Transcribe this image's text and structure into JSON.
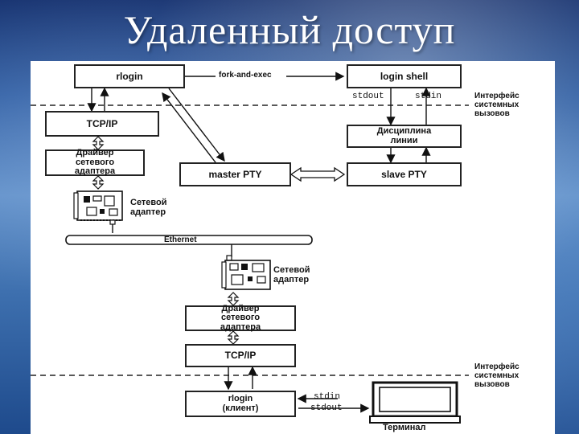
{
  "slide": {
    "title": "Удаленный доступ"
  },
  "diagram": {
    "nodes": {
      "rlogin_server": "rlogin",
      "login_shell": "login shell",
      "tcpip_server": "TCP/IP",
      "driver_server": "Драйвер\nсетевого\nадаптера",
      "line_discipline": "Дисциплина\nлинии",
      "master_pty": "master PTY",
      "slave_pty": "slave PTY",
      "driver_client": "Драйвер\nсетевого\nадаптера",
      "tcpip_client": "TCP/IP",
      "rlogin_client": "rlogin\n(клиент)"
    },
    "labels": {
      "fork_and_exec": "fork-and-exec",
      "stdout_top": "stdout",
      "stdin_top": "stdin",
      "syscall_interface_top": "Интерфейс\nсистемных\nвызовов",
      "network_adapter_top": "Сетевой\nадаптер",
      "ethernet": "Ethernet",
      "network_adapter_bottom": "Сетевой\nадаптер",
      "syscall_interface_bottom": "Интерфейс\nсистемных\nвызовов",
      "stdin_bottom": "stdin",
      "stdout_bottom": "stdout",
      "terminal": "Терминал"
    },
    "icons": [
      "network-card-icon",
      "network-card-icon",
      "terminal-monitor-icon"
    ]
  }
}
